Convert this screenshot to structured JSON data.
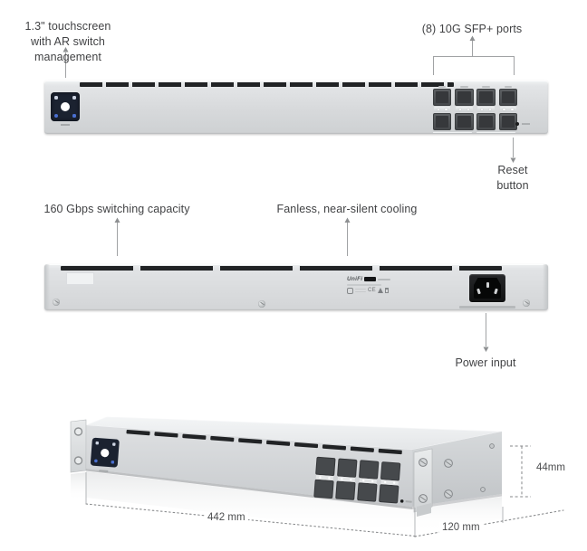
{
  "annotations": {
    "touchscreen": {
      "line1": "1.3\" touchscreen",
      "line2": "with AR switch management"
    },
    "sfp_ports": "(8) 10G SFP+ ports",
    "reset": {
      "line1": "Reset",
      "line2": "button"
    },
    "switching": "160 Gbps switching capacity",
    "cooling": "Fanless, near-silent cooling",
    "power": "Power input"
  },
  "dimensions": {
    "width": "442 mm",
    "depth": "120 mm",
    "height": "44mm"
  },
  "rear_label": {
    "brand": "UniFi",
    "ce": "CE"
  },
  "device": {
    "sfp_columns": 4,
    "sfp_rows": 2,
    "sfp_total": 8
  },
  "colors": {
    "chassis": "#d7d9db",
    "vent": "#212325",
    "screen": "#1b2230",
    "sfp_cage": "#46494c",
    "power_inlet": "#101112",
    "label_text": "#414244",
    "leader_line": "#9b9da0",
    "dimension_line": "#8a8c8e"
  }
}
